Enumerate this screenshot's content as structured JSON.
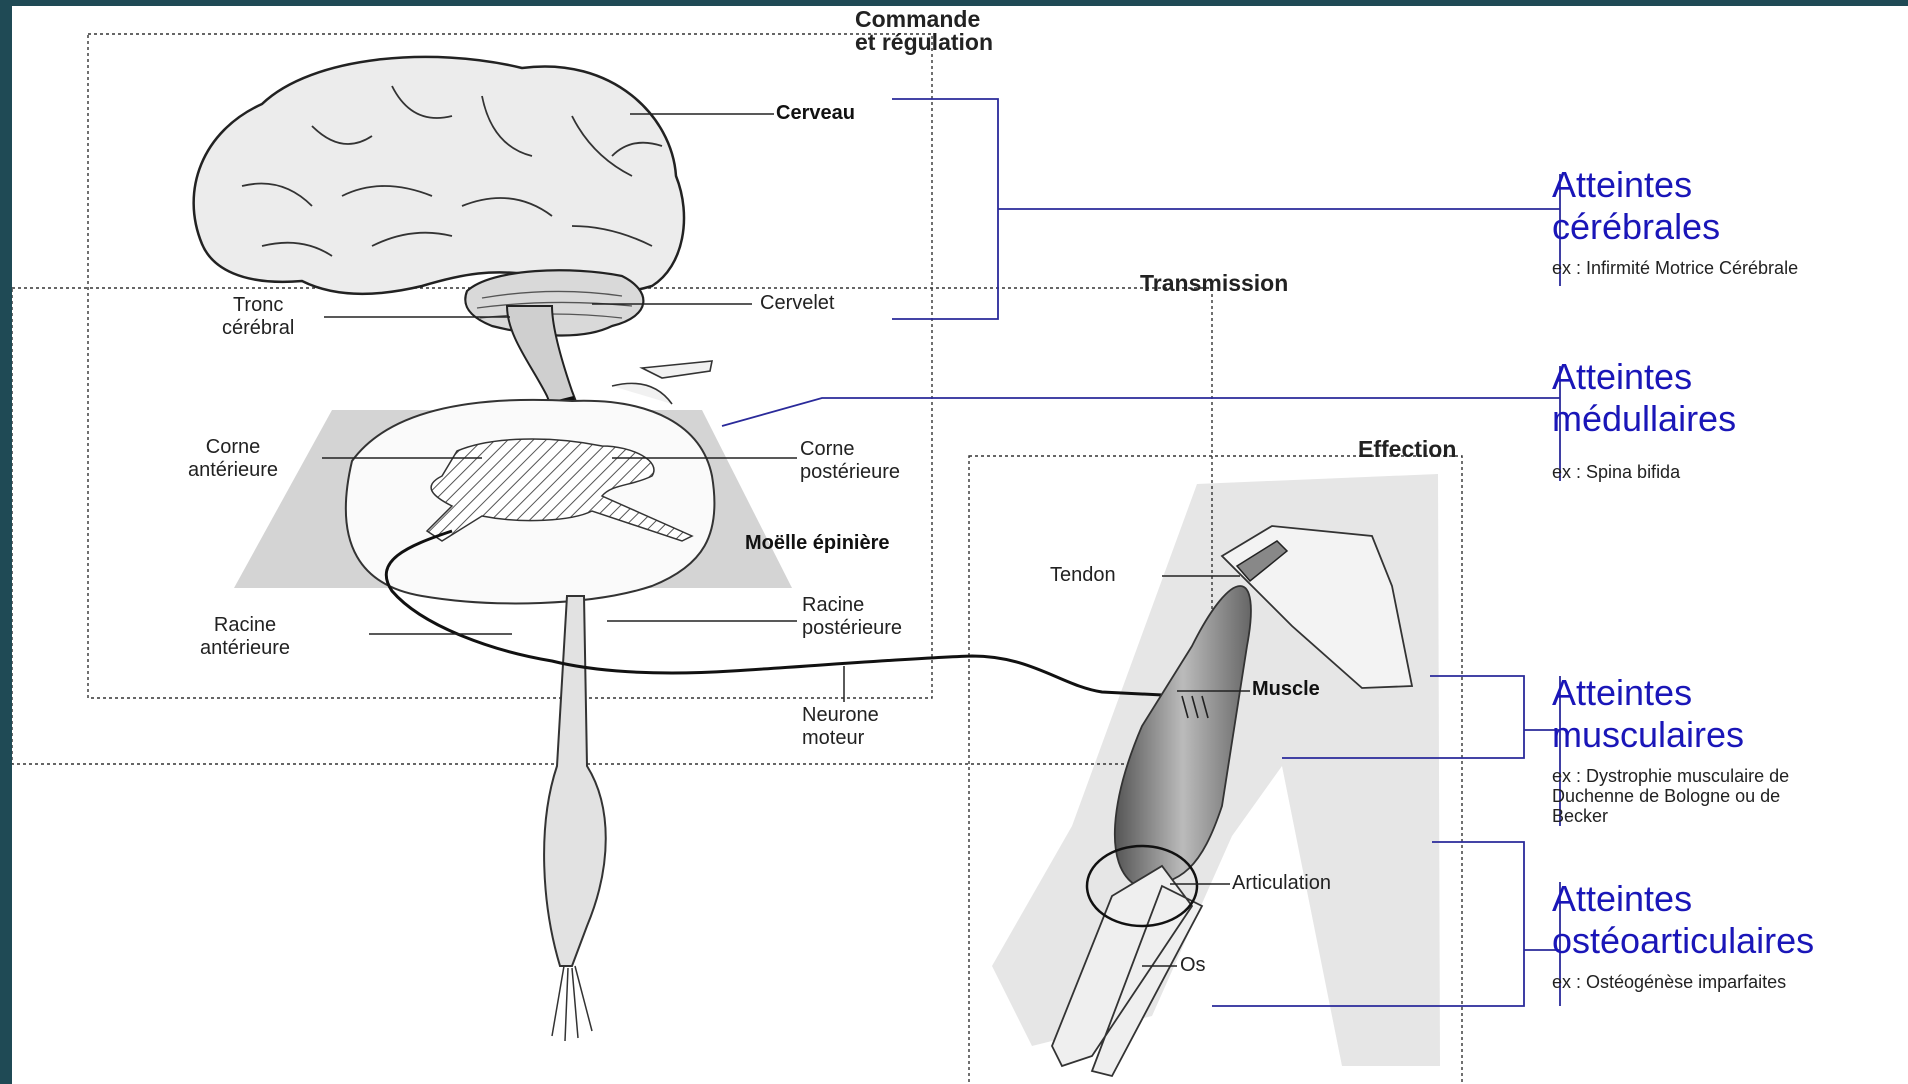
{
  "sections": {
    "commande": "Commande\net régulation",
    "transmission": "Transmission",
    "effection": "Effection"
  },
  "labels": {
    "cerveau": "Cerveau",
    "cervelet": "Cervelet",
    "tronc": "Tronc\ncérébral",
    "corne_ant": "Corne\nantérieure",
    "corne_post": "Corne\npostérieure",
    "moelle": "Moëlle épinière",
    "racine_ant": "Racine\nantérieure",
    "racine_post": "Racine\npostérieure",
    "neurone": "Neurone\nmoteur",
    "tendon": "Tendon",
    "muscle": "Muscle",
    "articulation": "Articulation",
    "os": "Os"
  },
  "categories": [
    {
      "title": "Atteintes\ncérébrales",
      "example": "ex : Infirmité Motrice Cérébrale"
    },
    {
      "title": "Atteintes\nmédullaires",
      "example": "ex : Spina bifida"
    },
    {
      "title": "Atteintes\nmusculaires",
      "example": "ex : Dystrophie musculaire de\nDuchenne de Bologne ou de\nBecker"
    },
    {
      "title": "Atteintes\nostéoarticulaires",
      "example": "ex : Ostéogénèse imparfaites"
    }
  ],
  "colors": {
    "category_blue": "#1a16b8",
    "frame": "#1f4a55"
  }
}
